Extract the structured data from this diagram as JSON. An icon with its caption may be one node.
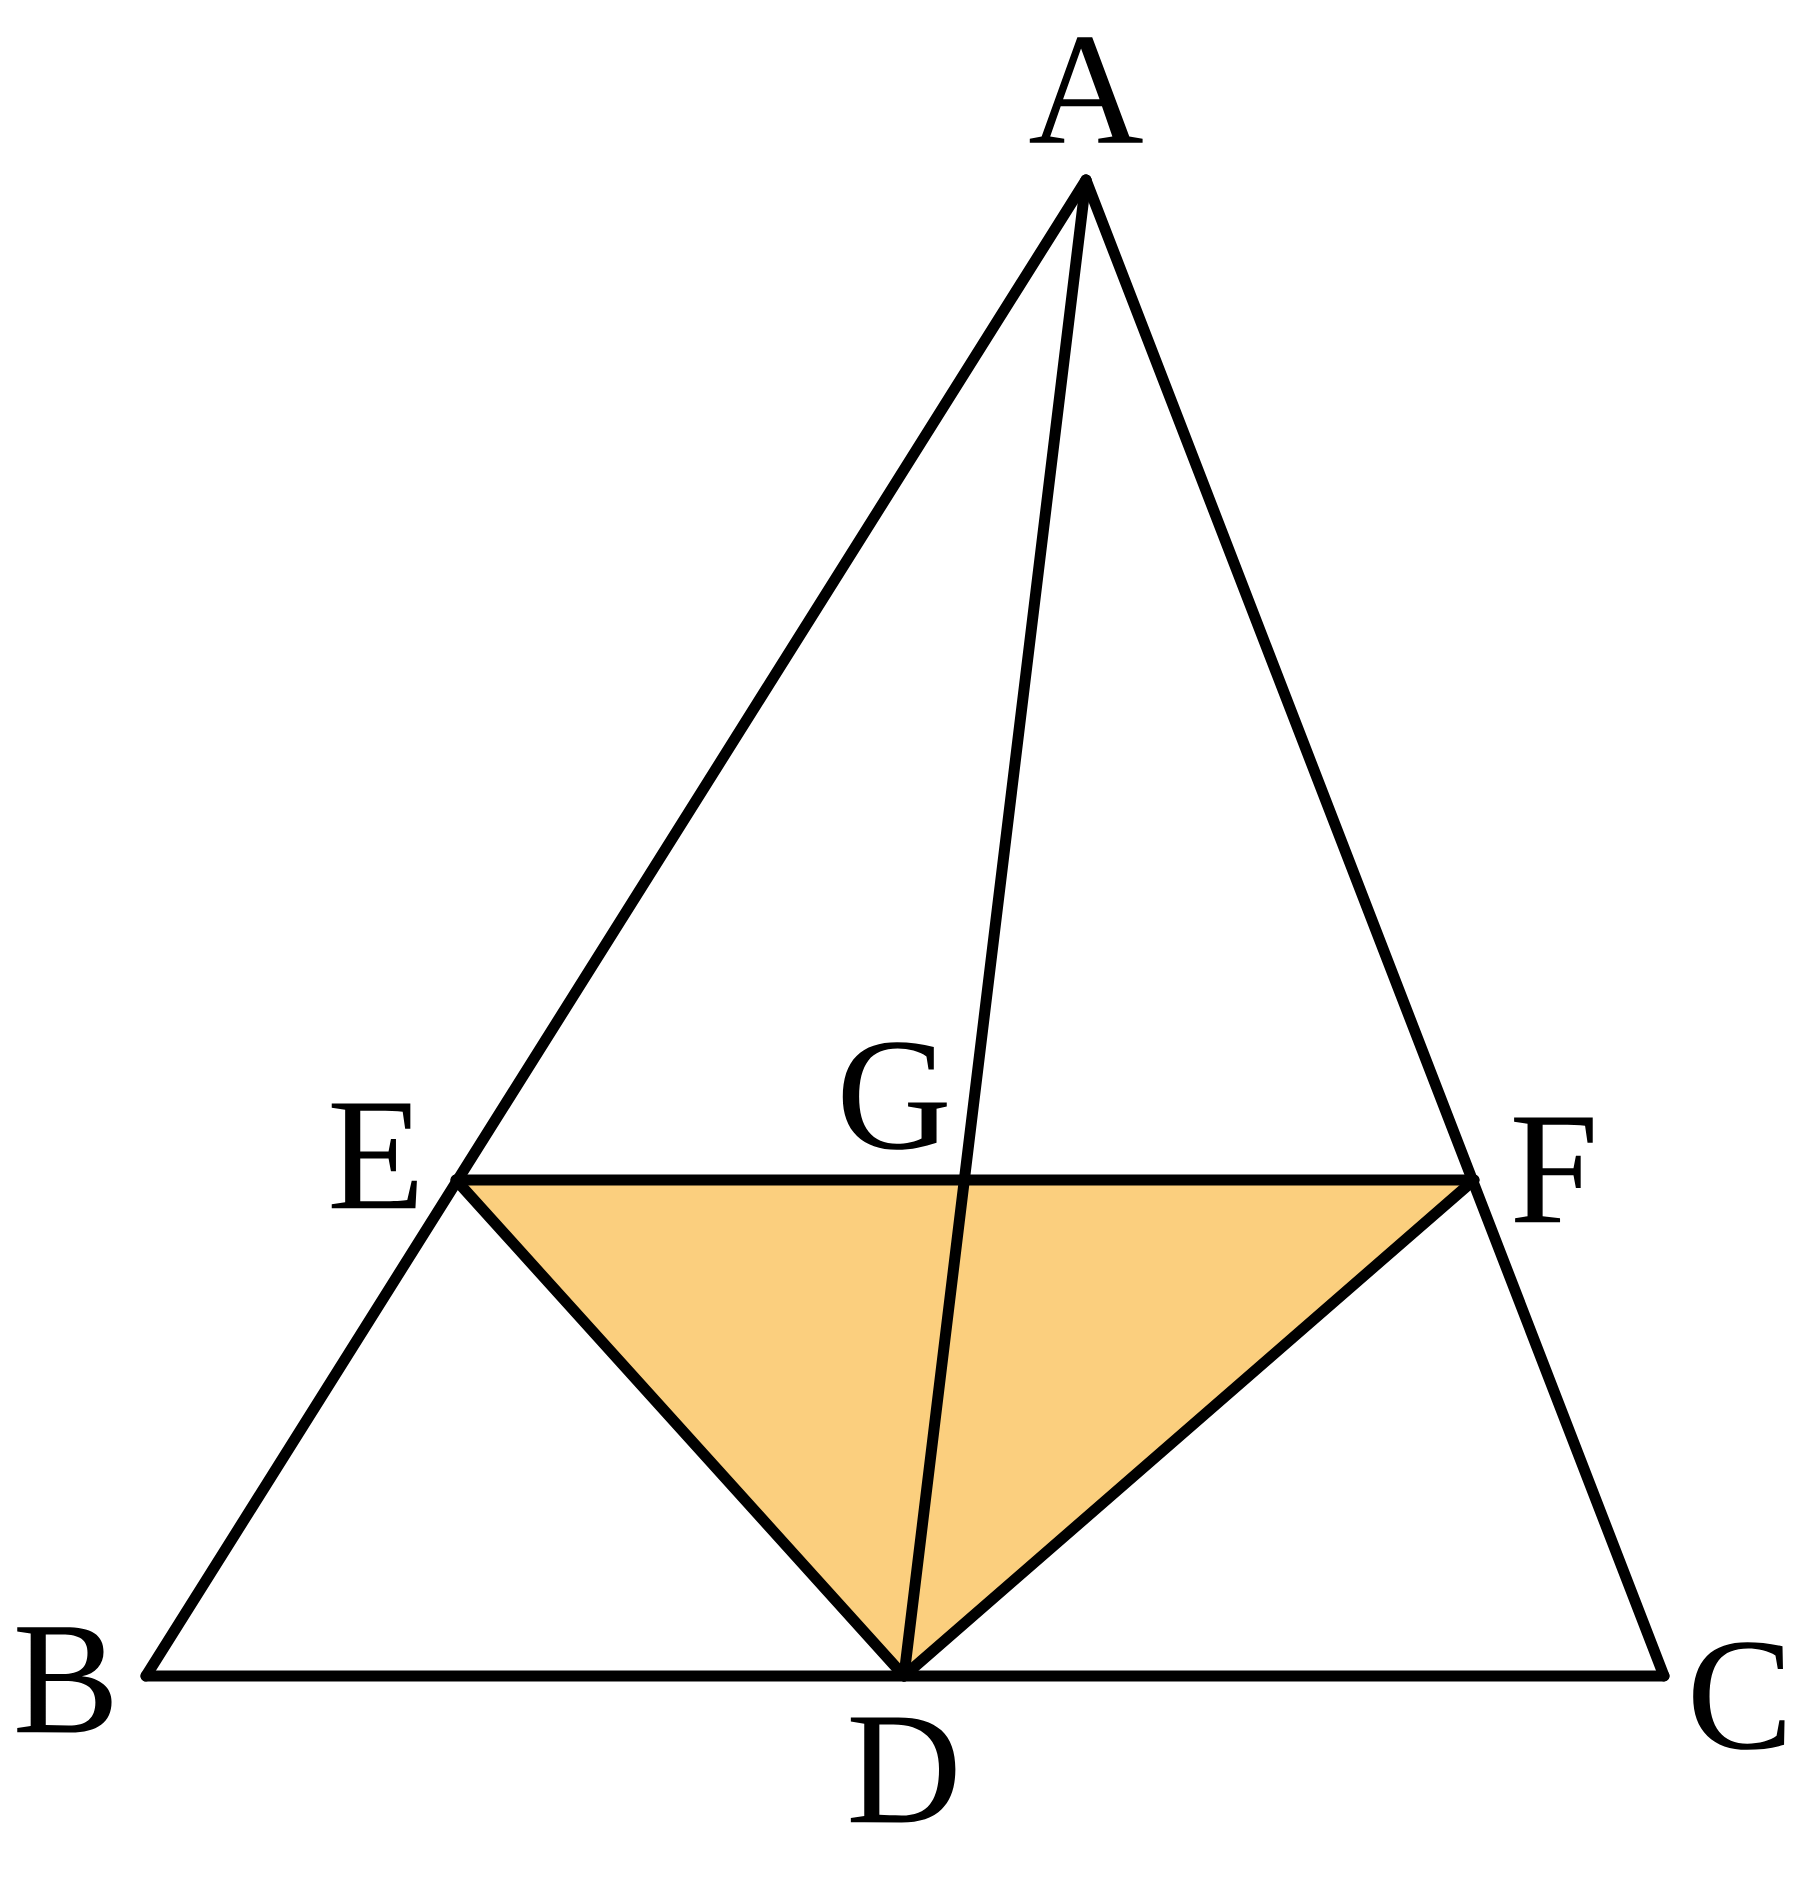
{
  "diagram": {
    "nodes": [
      {
        "text": [
          "A"
        ]
      },
      {
        "text": [
          "B"
        ]
      },
      {
        "text": [
          "C"
        ]
      },
      {
        "text": [
          "D"
        ]
      },
      {
        "text": [
          "E"
        ]
      },
      {
        "text": [
          "F"
        ]
      },
      {
        "text": [
          "G"
        ]
      }
    ],
    "edges": [
      {
        "from": 0,
        "to": 1,
        "arrow": "none"
      },
      {
        "from": 0,
        "to": 2,
        "arrow": "none"
      },
      {
        "from": 1,
        "to": 2,
        "arrow": "none"
      },
      {
        "from": 0,
        "to": 3,
        "arrow": "none"
      },
      {
        "from": 4,
        "to": 5,
        "arrow": "none"
      },
      {
        "from": 4,
        "to": 3,
        "arrow": "none"
      },
      {
        "from": 5,
        "to": 3,
        "arrow": "none"
      }
    ]
  }
}
